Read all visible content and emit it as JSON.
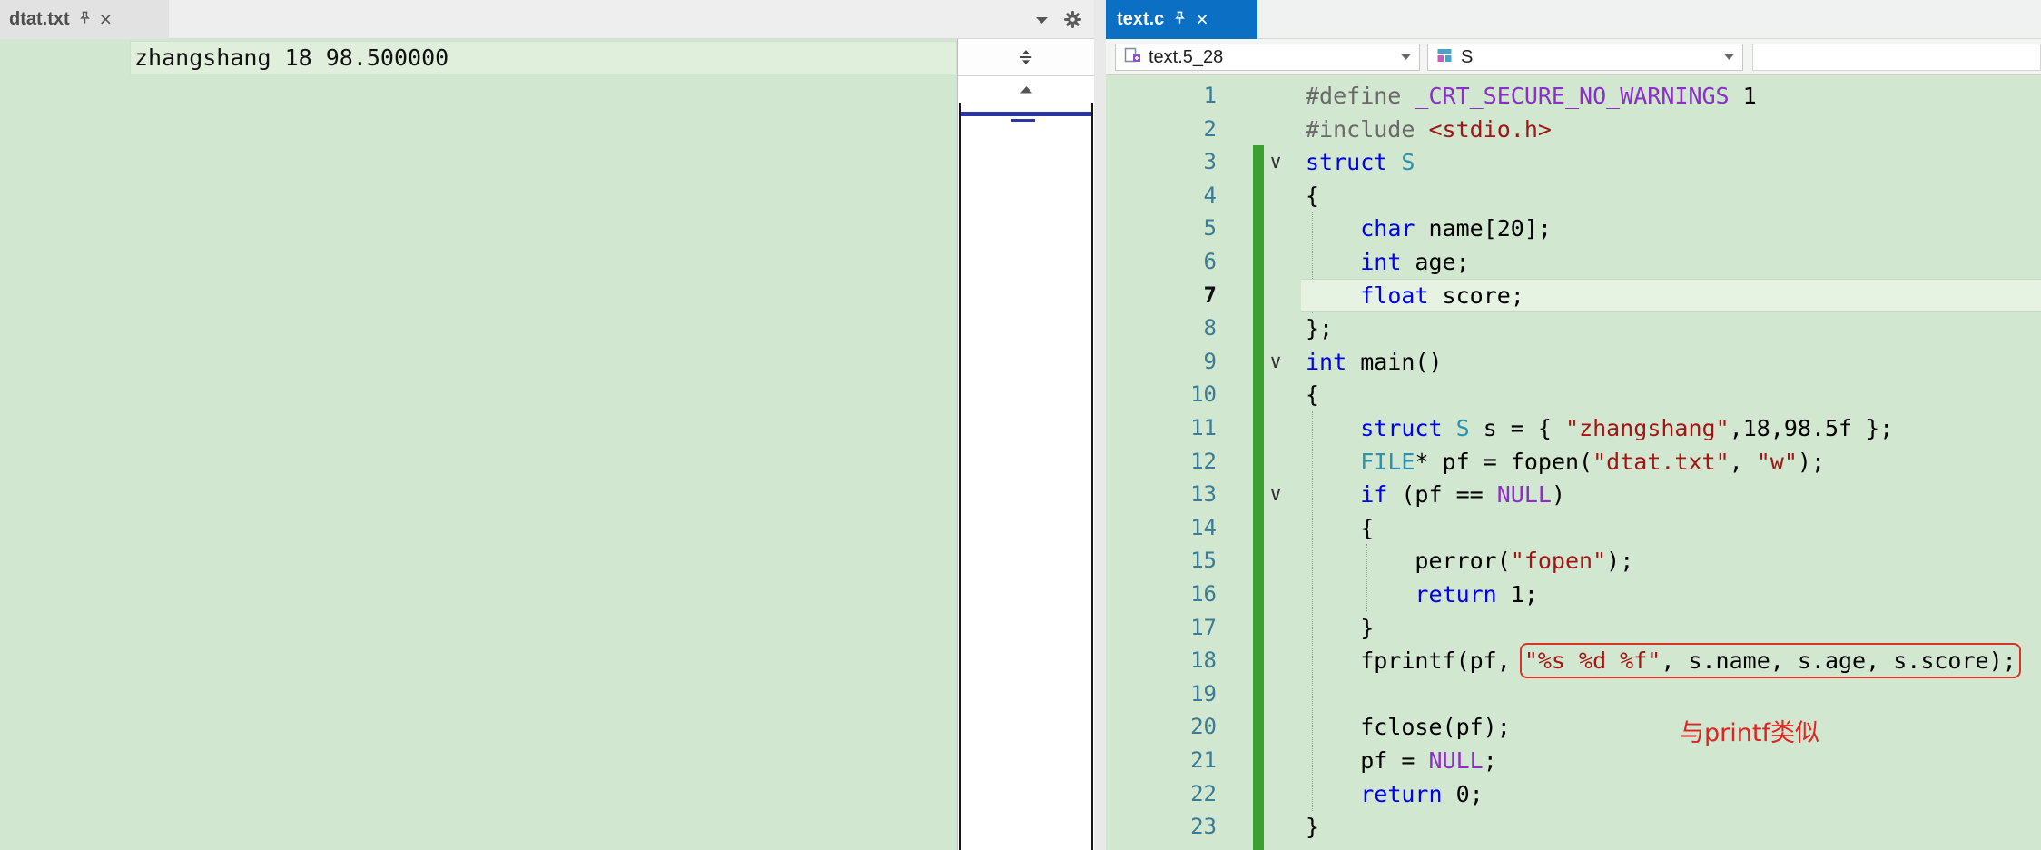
{
  "colors": {
    "active_tab_blue": "#0b70c4",
    "editor_green": "#d2e7cf",
    "change_bar_green": "#3aa12f",
    "annotation_red": "#d5342b",
    "keyword_blue": "#0000f0",
    "string_red": "#a31515",
    "macro_purple": "#8b2fc9",
    "type_teal": "#2b91af",
    "scroll_marker_blue": "#2c35a5"
  },
  "icons": {
    "pin": "pin-icon",
    "close_glyph": "×",
    "fold_glyph": "∨"
  },
  "left_pane": {
    "tab_label": "dtat.txt",
    "file_line": "zhangshang 18 98.500000"
  },
  "right_pane": {
    "tab_label": "text.c",
    "nav": {
      "scope": "text.5_28",
      "type": "S"
    },
    "annotation_note": "与printf类似",
    "code_lines": [
      {
        "n": "1",
        "segs": [
          [
            "pp",
            "#define "
          ],
          [
            "macro",
            "_CRT_SECURE_NO_WARNINGS"
          ],
          [
            "plain",
            " 1"
          ]
        ]
      },
      {
        "n": "2",
        "segs": [
          [
            "pp",
            "#include "
          ],
          [
            "str",
            "<stdio.h>"
          ]
        ]
      },
      {
        "n": "3",
        "fold": true,
        "segs": [
          [
            "kw",
            "struct"
          ],
          [
            "plain",
            " "
          ],
          [
            "type",
            "S"
          ]
        ]
      },
      {
        "n": "4",
        "segs": [
          [
            "plain",
            "{"
          ]
        ]
      },
      {
        "n": "5",
        "segs": [
          [
            "plain",
            "    "
          ],
          [
            "kw",
            "char"
          ],
          [
            "plain",
            " name[20];"
          ]
        ]
      },
      {
        "n": "6",
        "segs": [
          [
            "plain",
            "    "
          ],
          [
            "kw",
            "int"
          ],
          [
            "plain",
            " age;"
          ]
        ]
      },
      {
        "n": "7",
        "current": true,
        "segs": [
          [
            "plain",
            "    "
          ],
          [
            "kw",
            "float"
          ],
          [
            "plain",
            " score;"
          ]
        ]
      },
      {
        "n": "8",
        "segs": [
          [
            "plain",
            "};"
          ]
        ]
      },
      {
        "n": "9",
        "fold": true,
        "segs": [
          [
            "kw",
            "int"
          ],
          [
            "plain",
            " main()"
          ]
        ]
      },
      {
        "n": "10",
        "segs": [
          [
            "plain",
            "{"
          ]
        ]
      },
      {
        "n": "11",
        "segs": [
          [
            "plain",
            "    "
          ],
          [
            "kw",
            "struct"
          ],
          [
            "plain",
            " "
          ],
          [
            "type",
            "S"
          ],
          [
            "plain",
            " s = { "
          ],
          [
            "str",
            "\"zhangshang\""
          ],
          [
            "plain",
            ",18,98.5f };"
          ]
        ]
      },
      {
        "n": "12",
        "segs": [
          [
            "plain",
            "    "
          ],
          [
            "type",
            "FILE"
          ],
          [
            "plain",
            "* pf = fopen("
          ],
          [
            "str",
            "\"dtat.txt\""
          ],
          [
            "plain",
            ", "
          ],
          [
            "str",
            "\"w\""
          ],
          [
            "plain",
            ");"
          ]
        ]
      },
      {
        "n": "13",
        "fold": true,
        "segs": [
          [
            "plain",
            "    "
          ],
          [
            "kw",
            "if"
          ],
          [
            "plain",
            " (pf == "
          ],
          [
            "macro",
            "NULL"
          ],
          [
            "plain",
            ")"
          ]
        ]
      },
      {
        "n": "14",
        "segs": [
          [
            "plain",
            "    {"
          ]
        ]
      },
      {
        "n": "15",
        "segs": [
          [
            "plain",
            "        perror("
          ],
          [
            "str",
            "\"fopen\""
          ],
          [
            "plain",
            ");"
          ]
        ]
      },
      {
        "n": "16",
        "segs": [
          [
            "plain",
            "        "
          ],
          [
            "kw",
            "return"
          ],
          [
            "plain",
            " 1;"
          ]
        ]
      },
      {
        "n": "17",
        "segs": [
          [
            "plain",
            "    }"
          ]
        ]
      },
      {
        "n": "18",
        "segs": [
          [
            "plain",
            "    fprintf(pf, "
          ]
        ],
        "boxed": [
          [
            "str",
            "\"%s %d %f\""
          ],
          [
            "plain",
            ", s.name, s.age, s.score);"
          ]
        ]
      },
      {
        "n": "19",
        "segs": []
      },
      {
        "n": "20",
        "segs": [
          [
            "plain",
            "    fclose(pf);"
          ]
        ]
      },
      {
        "n": "21",
        "segs": [
          [
            "plain",
            "    pf = "
          ],
          [
            "macro",
            "NULL"
          ],
          [
            "plain",
            ";"
          ]
        ]
      },
      {
        "n": "22",
        "segs": [
          [
            "plain",
            "    "
          ],
          [
            "kw",
            "return"
          ],
          [
            "plain",
            " 0;"
          ]
        ]
      },
      {
        "n": "23",
        "segs": [
          [
            "plain",
            "}"
          ]
        ]
      }
    ]
  }
}
